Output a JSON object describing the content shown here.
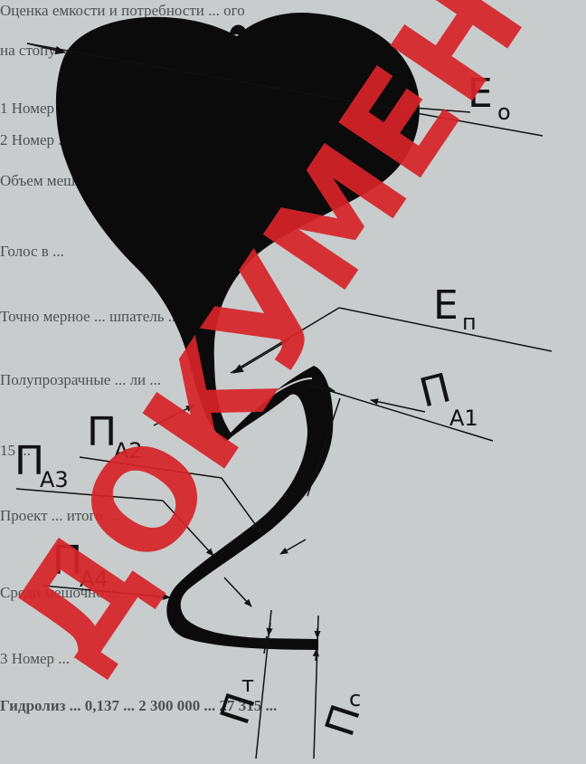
{
  "page_bg_text": [
    "Оценка емкости и потребности ... ого",
    "на стопу",
    "1 Номер ...",
    "2 Номер ...",
    "Объем мешка ...",
    "Голос в ...",
    "Точно мерное ... шпатель ...",
    "Полупрозрачные ... ли ...",
    "15 ...",
    "Проект ... итого ...",
    "Среди мешочно ... ",
    "3 Номер ...",
    "Гидролиз ... 0,137 ... 2 300 000 ... 27 315 ..."
  ],
  "labels": {
    "eo": {
      "main": "E",
      "sub": "o"
    },
    "ep": {
      "main": "E",
      "sub": "п"
    },
    "pa1": {
      "main": "П",
      "sub": "A1"
    },
    "pa2": {
      "main": "П",
      "sub": "A2"
    },
    "pa3": {
      "main": "П",
      "sub": "A3"
    },
    "pa4": {
      "main": "П",
      "sub": "A4"
    },
    "pt": {
      "main": "П",
      "sub": "т"
    },
    "pc": {
      "main": "П",
      "sub": "с"
    }
  },
  "watermark": "ДОКУМЕНТУ",
  "colors": {
    "shape": "#0b0b0b",
    "watermark": "#d62428",
    "background": "#c9cccd"
  }
}
